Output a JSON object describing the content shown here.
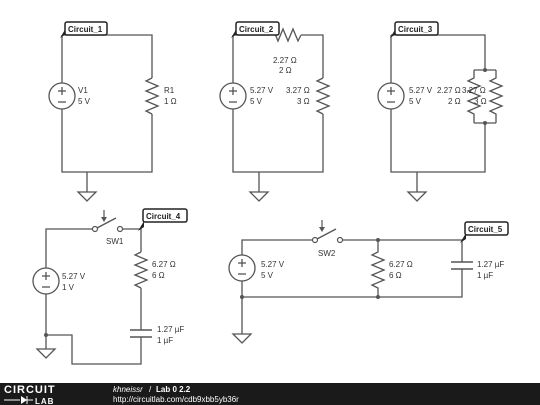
{
  "colors": {
    "wire": "#555555",
    "tag": "#222222",
    "tag_bg": "#ffffff",
    "footer_bg": "#1a1a1a",
    "footer_text": "#ffffff"
  },
  "circuits": [
    {
      "label": "Circuit_1",
      "source": {
        "name": "V1",
        "value": "5 V"
      },
      "resistor": {
        "name": "R1",
        "value": "1 Ω"
      }
    },
    {
      "label": "Circuit_2",
      "source": {
        "name": "5.27 V",
        "value": "5 V"
      },
      "r_top": {
        "name": "2.27 Ω",
        "value": "2 Ω"
      },
      "r_right": {
        "name": "3.27 Ω",
        "value": "3 Ω"
      }
    },
    {
      "label": "Circuit_3",
      "source": {
        "name": "5.27 V",
        "value": "5 V"
      },
      "r_a": {
        "name": "2.27 Ω",
        "value": "2 Ω"
      },
      "r_b": {
        "name": "3.27 Ω",
        "value": "3 Ω"
      }
    },
    {
      "label": "Circuit_4",
      "switch": "SW1",
      "source": {
        "name": "5.27 V",
        "value": "1 V"
      },
      "resistor": {
        "name": "6.27 Ω",
        "value": "6 Ω"
      },
      "capacitor": {
        "name": "1.27 µF",
        "value": "1 µF"
      }
    },
    {
      "label": "Circuit_5",
      "switch": "SW2",
      "source": {
        "name": "5.27 V",
        "value": "5 V"
      },
      "resistor": {
        "name": "6.27 Ω",
        "value": "6 Ω"
      },
      "capacitor": {
        "name": "1.27 µF",
        "value": "1 µF"
      }
    }
  ],
  "footer": {
    "logo_top": "CIRCUIT",
    "logo_bottom": "LAB",
    "user": "khneissr",
    "separator": "/",
    "title": "Lab 0 2.2",
    "url": "http://circuitlab.com/cdb9xbb5yb36r"
  }
}
